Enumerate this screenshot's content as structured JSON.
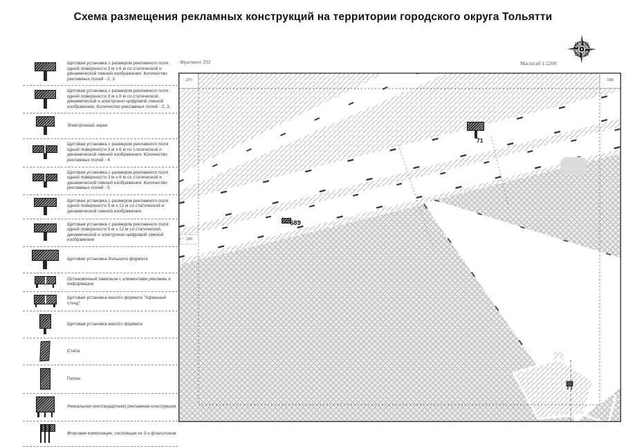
{
  "title": "Схема размещения рекламных конструкций на территории городского округа Тольятти",
  "map": {
    "fragment_label": "Фрагмент 292",
    "scale_label": "Масштаб 1:2200",
    "corner_labels": {
      "top_left": "293",
      "top_right": "588",
      "left_edge": "289"
    },
    "markers": [
      {
        "label": "71",
        "icon": "billboard-marker-icon"
      },
      {
        "label": "689",
        "icon": "billboard-small-marker-icon"
      }
    ]
  },
  "legend": {
    "items": [
      {
        "icon": "billboard-3x6-icon",
        "text": "Щитовая установка с размером рекламного поля одной поверхности 3 м х 6 м со статической и динамической сменой изображения. Количество рекламных полей - 2, 3."
      },
      {
        "icon": "billboard-3x6-digital-icon",
        "text": "Щитовая установка с размером рекламного поля одной поверхности 3 м х 6 м со статической, динамической и электронно-цифровой сменой изображения. Количество рекламных полей - 2, 3."
      },
      {
        "icon": "electronic-screen-icon",
        "text": "Электронный экран"
      },
      {
        "icon": "billboard-3x6-4fields-icon",
        "text": "Щитовая установка с размером рекламного поля одной поверхности 3 м х 6 м со статической и динамической сменой изображения. Количество рекламных полей - 4."
      },
      {
        "icon": "billboard-3x6-5fields-icon",
        "text": "Щитовая установка с размером рекламного поля одной поверхности 3 м х 6 м со статической и динамической сменой изображения. Количество рекламных полей - 5."
      },
      {
        "icon": "billboard-5x12-icon",
        "text": "Щитовая установка с размером рекламного поля одной поверхности 5 м х 12 м со статической и динамической сменой изображения."
      },
      {
        "icon": "billboard-5x12-digital-icon",
        "text": "Щитовая установка с размером рекламного поля одной поверхности 5 м х 12 м со статической, динамической и электронно-цифровой сменой изображения"
      },
      {
        "icon": "large-format-billboard-icon",
        "text": "Щитовая установка большого формата"
      },
      {
        "icon": "bus-shelter-icon",
        "text": "Остановочный павильон с элементами рекламы и информации"
      },
      {
        "icon": "poster-stand-icon",
        "text": "Щитовая установка малого формата \"Афишный стенд\""
      },
      {
        "icon": "small-format-billboard-icon",
        "text": "Щитовая установка малого формата"
      },
      {
        "icon": "stela-icon",
        "text": "Стела"
      },
      {
        "icon": "pylon-icon",
        "text": "Пилон"
      },
      {
        "icon": "unique-construction-icon",
        "text": "Уникальная (нестандартная) рекламная конструкция"
      },
      {
        "icon": "flag-composition-icon",
        "text": "Флаговая композиция, состоящая из 3-х флагштоков"
      }
    ]
  }
}
